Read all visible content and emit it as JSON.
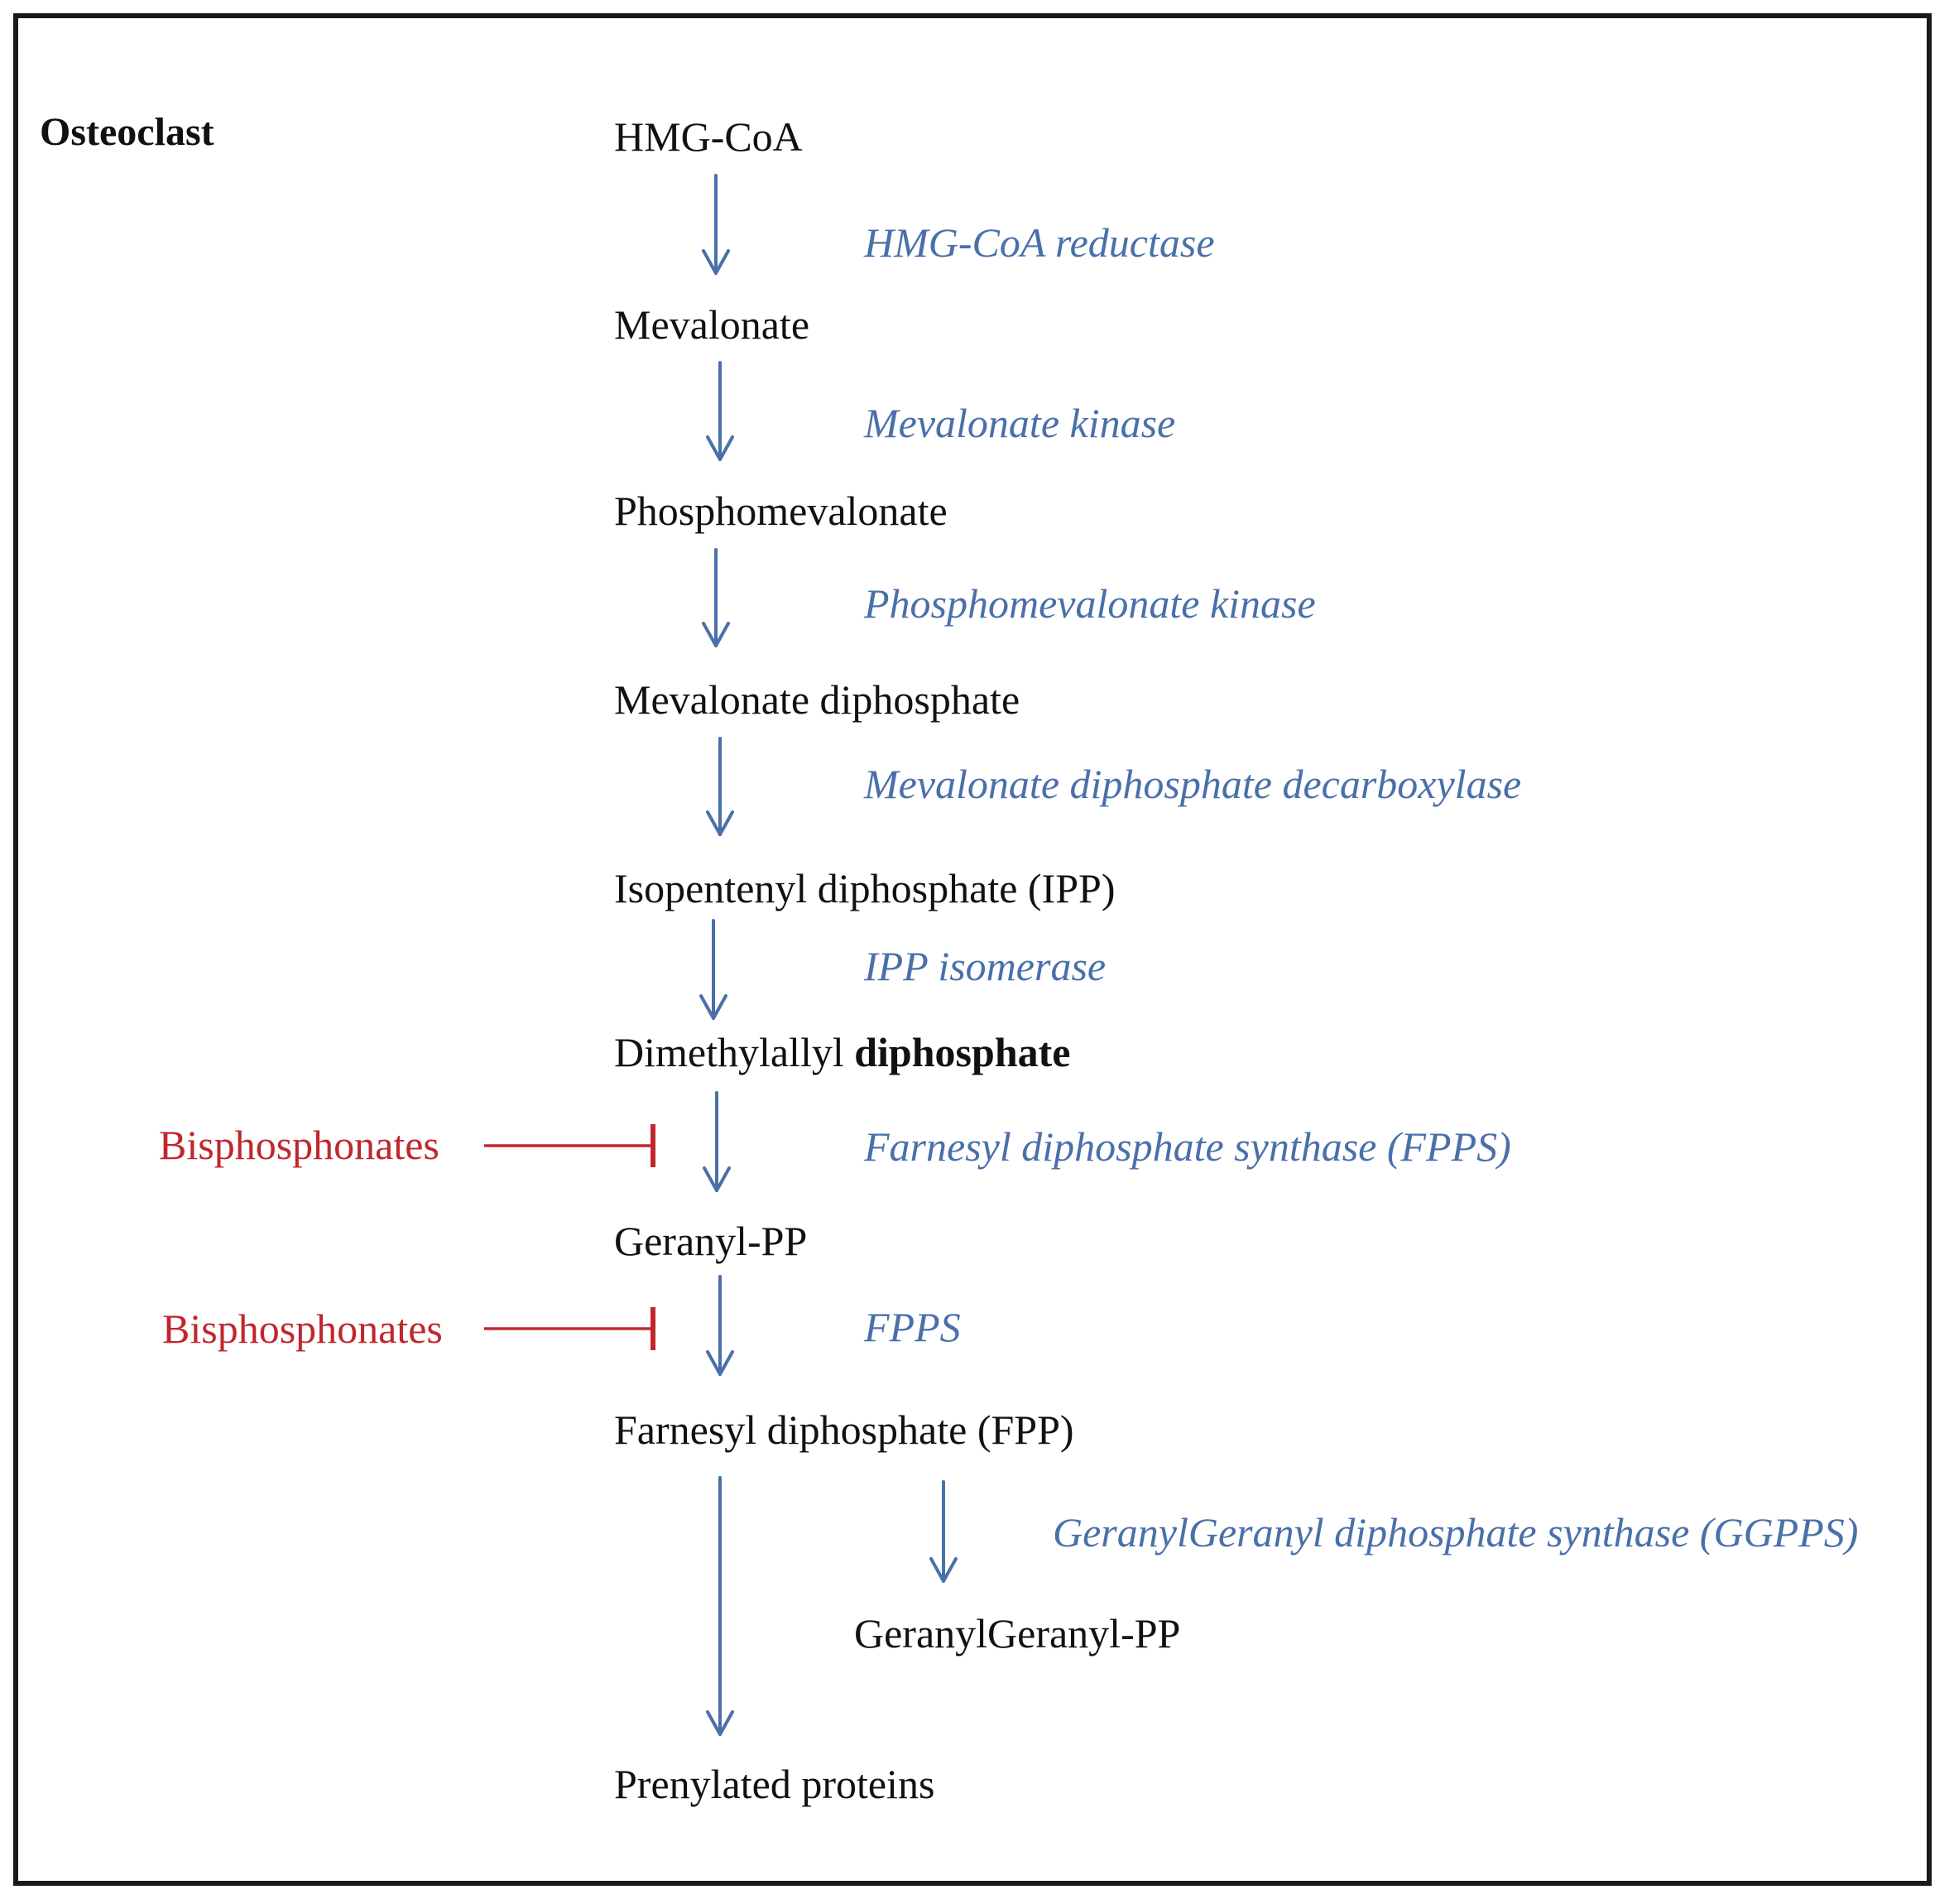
{
  "cell_label": "Osteoclast",
  "metabolites": {
    "hmg_coa": "HMG-CoA",
    "mevalonate": "Mevalonate",
    "phosphomevalonate": "Phosphomevalonate",
    "mevalonate_diphosphate": "Mevalonate diphosphate",
    "ipp": "Isopentenyl diphosphate (IPP)",
    "dmapp_prefix": "Dimethylallyl",
    "dmapp_bold": "diphosphate",
    "geranyl_pp": "Geranyl-PP",
    "fpp": "Farnesyl diphosphate (FPP)",
    "ggpp": "GeranylGeranyl-PP",
    "prenylated": "Prenylated proteins"
  },
  "enzymes": {
    "hmg_coa_reductase": "HMG-CoA reductase",
    "mevalonate_kinase": "Mevalonate kinase",
    "phosphomevalonate_kinase": "Phosphomevalonate kinase",
    "mvd": "Mevalonate diphosphate decarboxylase",
    "ipp_isomerase": "IPP isomerase",
    "fpps_full": "Farnesyl diphosphate synthase (FPPS)",
    "fpps": "FPPS",
    "ggpps": "GeranylGeranyl diphosphate synthase (GGPPS)"
  },
  "inhibitors": {
    "first": "Bisphosphonates",
    "second": "Bisphosphonates"
  },
  "colors": {
    "arrow": "#4a70aa",
    "enzyme_text": "#4a70aa",
    "inhibitor": "#c0272d",
    "text": "#111111",
    "frame": "#1a1a1a"
  }
}
